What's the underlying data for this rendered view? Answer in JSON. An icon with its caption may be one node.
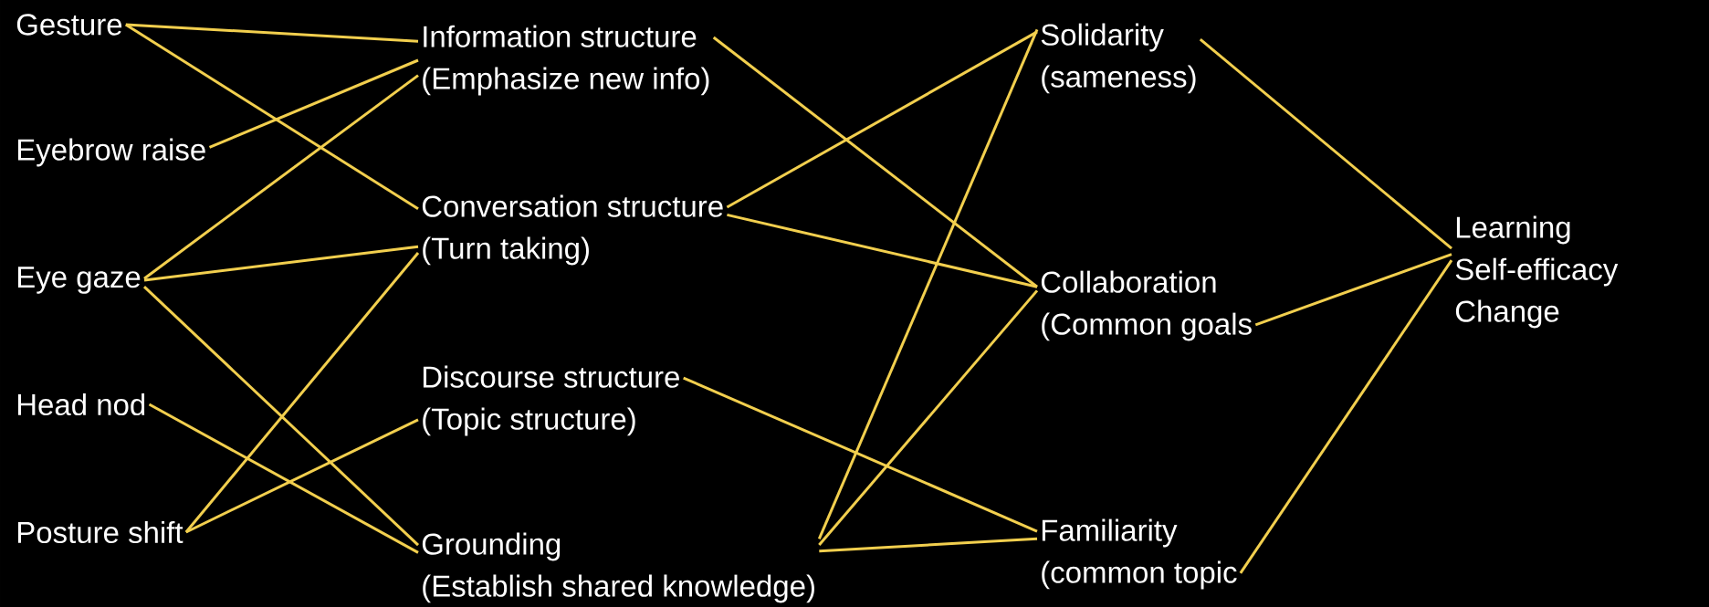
{
  "diagram": {
    "nodes": [
      {
        "text": [
          "Gesture"
        ]
      },
      {
        "text": [
          "Eyebrow raise"
        ]
      },
      {
        "text": [
          "Eye gaze"
        ]
      },
      {
        "text": [
          "Head nod"
        ]
      },
      {
        "text": [
          "Posture shift"
        ]
      },
      {
        "text": [
          "Information structure",
          "(Emphasize new info)"
        ]
      },
      {
        "text": [
          "Conversation structure",
          "(Turn taking)"
        ]
      },
      {
        "text": [
          "Discourse structure",
          "(Topic structure)"
        ]
      },
      {
        "text": [
          "Grounding",
          "(Establish shared knowledge)"
        ]
      },
      {
        "text": [
          "Solidarity",
          "(sameness)"
        ]
      },
      {
        "text": [
          "Collaboration",
          "(Common goals"
        ]
      },
      {
        "text": [
          "Familiarity",
          "(common topic"
        ]
      },
      {
        "text": [
          "Learning",
          "Self-efficacy",
          "Change"
        ]
      }
    ],
    "edges": [
      {
        "from": 0,
        "to": 5,
        "arrow": "none"
      },
      {
        "from": 0,
        "to": 6,
        "arrow": "none"
      },
      {
        "from": 1,
        "to": 5,
        "arrow": "none"
      },
      {
        "from": 2,
        "to": 5,
        "arrow": "none"
      },
      {
        "from": 2,
        "to": 6,
        "arrow": "none"
      },
      {
        "from": 2,
        "to": 8,
        "arrow": "none"
      },
      {
        "from": 3,
        "to": 8,
        "arrow": "none"
      },
      {
        "from": 4,
        "to": 6,
        "arrow": "none"
      },
      {
        "from": 4,
        "to": 7,
        "arrow": "none"
      },
      {
        "from": 5,
        "to": 10,
        "arrow": "none"
      },
      {
        "from": 6,
        "to": 9,
        "arrow": "none"
      },
      {
        "from": 6,
        "to": 10,
        "arrow": "none"
      },
      {
        "from": 7,
        "to": 11,
        "arrow": "none"
      },
      {
        "from": 8,
        "to": 9,
        "arrow": "none"
      },
      {
        "from": 8,
        "to": 10,
        "arrow": "none"
      },
      {
        "from": 8,
        "to": 11,
        "arrow": "none"
      },
      {
        "from": 9,
        "to": 12,
        "arrow": "none"
      },
      {
        "from": 10,
        "to": 12,
        "arrow": "none"
      },
      {
        "from": 11,
        "to": 12,
        "arrow": "none"
      }
    ]
  }
}
